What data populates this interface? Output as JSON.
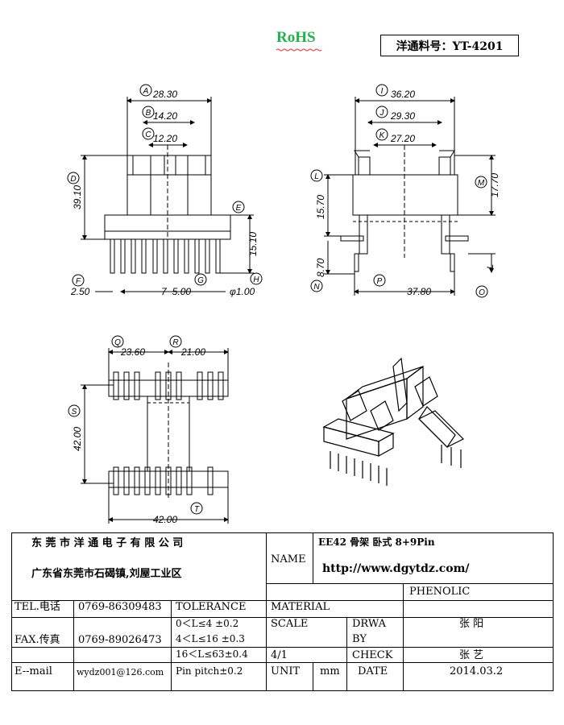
{
  "header": {
    "rohs": "RoHS",
    "part_label": "洋通料号：YT-4201"
  },
  "views": {
    "front": {
      "dims": [
        "28.30",
        "14.20",
        "12.20",
        "39.10",
        "15.10",
        "2.50",
        "7−5.00",
        "φ1.00"
      ],
      "letters": [
        "A",
        "B",
        "C",
        "D",
        "E",
        "F",
        "G",
        "H"
      ]
    },
    "side": {
      "dims": [
        "36.20",
        "29.30",
        "27.20",
        "15.70",
        "17.70",
        "8.70",
        "37.80"
      ],
      "letters": [
        "I",
        "J",
        "K",
        "L",
        "M",
        "N",
        "P",
        "O"
      ],
      "l_label": "L"
    },
    "bottom": {
      "dims": [
        "23.60",
        "21.00",
        "42.00",
        "42.00"
      ],
      "letters": [
        "Q",
        "R",
        "S",
        "T"
      ]
    }
  },
  "title_block": {
    "company": "东 莞 市 洋 通 电 子 有 限 公 司",
    "address": "广东省东莞市石碣镇,刘屋工业区",
    "name_label": "NAME",
    "product": "EE42  骨架 卧式   8+9Pin",
    "website": "http://www.dgytdz.com/",
    "tel_label": "TEL.电话",
    "tel": "0769-86309483",
    "fax_label": "FAX.传真",
    "fax": "0769-89026473",
    "email_label": "E--mail",
    "email": "wydz001@126.com",
    "tolerance_label": "TOLERANCE",
    "tol1": "0＜L≤4    ±0.2",
    "tol2": "4＜L≤16   ±0.3",
    "tol3": "16＜L≤63±0.4",
    "pin_pitch": "Pin pitch±0.2",
    "material_label": "MATERIAL",
    "material": "PHENOLIC",
    "scale_label": "SCALE",
    "scale": "4/1",
    "drawn_label_1": "DRWA",
    "drawn_label_2": "BY",
    "drawn_by": "张 阳",
    "check_label": "CHECK",
    "checked_by": "张 艺",
    "unit_label": "UNIT",
    "unit": "mm",
    "date_label": "DATE",
    "date": "2014.03.2"
  },
  "colors": {
    "rohs": "#22b14c",
    "squiggle": "#e03030"
  }
}
